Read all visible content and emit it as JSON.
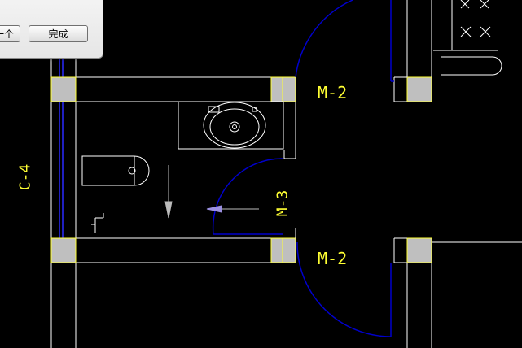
{
  "dialog": {
    "next_button": "一个",
    "done_button": "完成"
  },
  "drawing": {
    "door_labels": [
      "M-2",
      "M-2",
      "M-3"
    ],
    "window_label": "C-4",
    "colors": {
      "background": "#000000",
      "lines": "#ffffff",
      "labels": "#ffff33",
      "door_swing": "#0000cc",
      "columns": "#bfbfbf"
    }
  }
}
